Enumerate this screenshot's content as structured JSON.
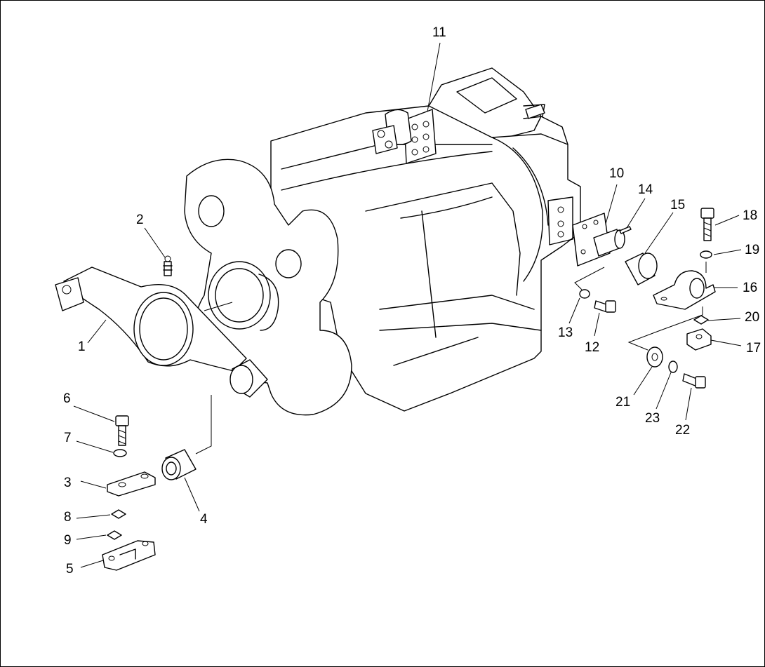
{
  "diagram": {
    "callouts": [
      {
        "key": "c1",
        "text": "1"
      },
      {
        "key": "c2",
        "text": "2"
      },
      {
        "key": "c3",
        "text": "3"
      },
      {
        "key": "c4",
        "text": "4"
      },
      {
        "key": "c5",
        "text": "5"
      },
      {
        "key": "c6",
        "text": "6"
      },
      {
        "key": "c7",
        "text": "7"
      },
      {
        "key": "c8",
        "text": "8"
      },
      {
        "key": "c9",
        "text": "9"
      },
      {
        "key": "c10",
        "text": "10"
      },
      {
        "key": "c11",
        "text": "11"
      },
      {
        "key": "c12",
        "text": "12"
      },
      {
        "key": "c13",
        "text": "13"
      },
      {
        "key": "c14",
        "text": "14"
      },
      {
        "key": "c15",
        "text": "15"
      },
      {
        "key": "c16",
        "text": "16"
      },
      {
        "key": "c17",
        "text": "17"
      },
      {
        "key": "c18",
        "text": "18"
      },
      {
        "key": "c19",
        "text": "19"
      },
      {
        "key": "c20",
        "text": "20"
      },
      {
        "key": "c21",
        "text": "21"
      },
      {
        "key": "c22",
        "text": "22"
      },
      {
        "key": "c23",
        "text": "23"
      }
    ]
  }
}
